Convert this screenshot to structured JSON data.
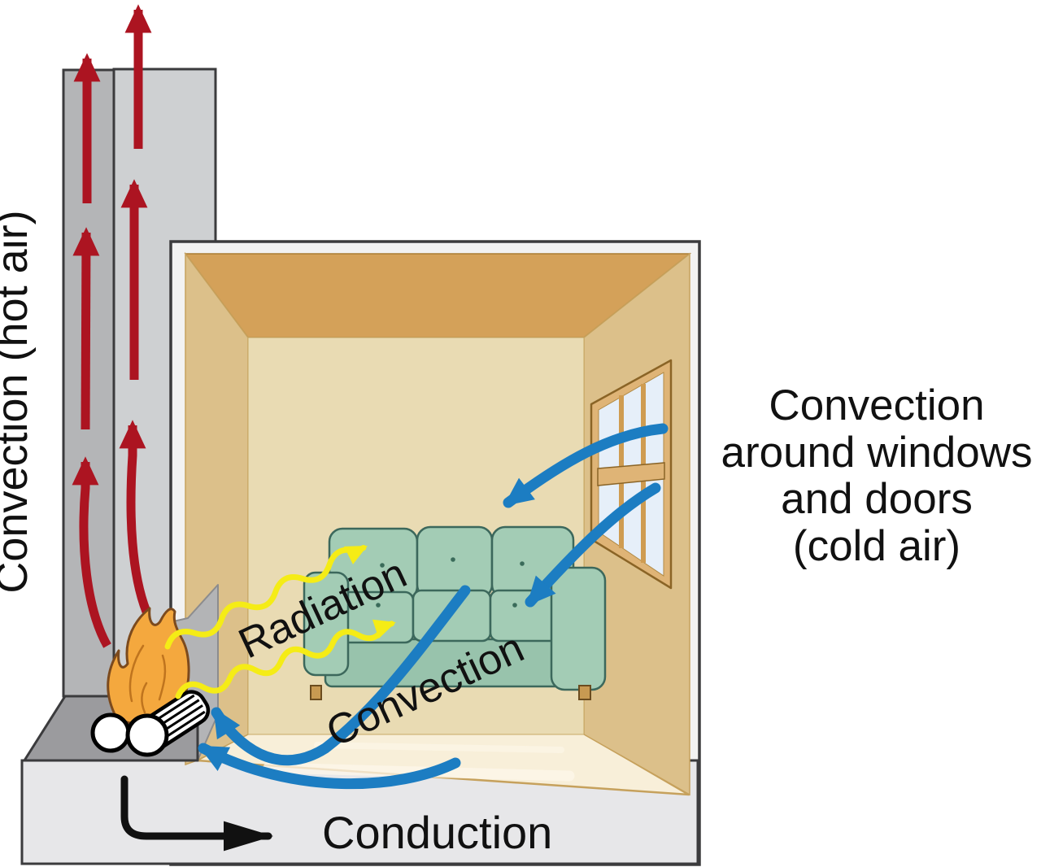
{
  "labels": {
    "chimney": "Convection (hot air)",
    "radiation": "Radiation",
    "room_convection": "Convection",
    "conduction": "Conduction",
    "cold_air_note": {
      "lines": [
        "Convection",
        "around windows",
        "and doors",
        "(cold air)"
      ]
    }
  },
  "colors": {
    "hot-arrow": "#ac1421",
    "cold-arrow": "#1c7dc2",
    "radiation-arrow": "#f5ec16",
    "conduction-arrow": "#111111",
    "text": "#111111",
    "ceiling": "#d4a159",
    "back-wall": "#e9dbb3",
    "side-wall": "#dcc08a",
    "floor": "#f8efd9",
    "chimney-left": "#b4b5b7",
    "chimney-right": "#ced0d2",
    "wall-cutaway": "#f2f2f2",
    "foundation": "#e7e7e9",
    "hearth": "#9b9b9e",
    "fireplace": "#b3b4b6",
    "flame": "#f4a83e",
    "couch": "#a3ccb5",
    "window-frame": "#dfb476",
    "glass": "#e6eff9",
    "outline": "#3b3b3d"
  }
}
